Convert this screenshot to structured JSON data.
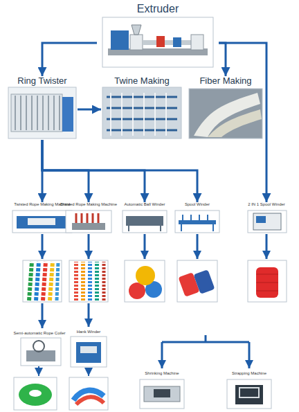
{
  "diagram": {
    "nodes": [
      {
        "text": [
          "Extruder"
        ]
      },
      {
        "text": [
          "Ring Twister"
        ]
      },
      {
        "text": [
          "Twine Making"
        ]
      },
      {
        "text": [
          "Fiber Making"
        ]
      },
      {
        "text": [
          "Twisted Rope Making Machine"
        ]
      },
      {
        "text": [
          "Braided Rope Making Machine"
        ]
      },
      {
        "text": [
          "Automatic Ball Winder"
        ]
      },
      {
        "text": [
          "Spool Winder"
        ]
      },
      {
        "text": [
          "2 IN 1 Spool Winder"
        ]
      },
      {
        "text": [
          "Semi-automatic Rope Coiler"
        ]
      },
      {
        "text": [
          "Hank Winder"
        ]
      },
      {
        "text": [
          "Shrinking Machine"
        ]
      },
      {
        "text": [
          "Strapping Machine"
        ]
      }
    ],
    "edges": [
      {
        "from": 0,
        "to": 1,
        "arrow": "to"
      },
      {
        "from": 0,
        "to": 3,
        "arrow": "to"
      },
      {
        "from": 0,
        "to": 8,
        "arrow": "to"
      },
      {
        "from": 1,
        "to": 2,
        "arrow": "to"
      },
      {
        "from": 1,
        "to": 4,
        "arrow": "to"
      },
      {
        "from": 1,
        "to": 5,
        "arrow": "to"
      },
      {
        "from": 1,
        "to": 6,
        "arrow": "to"
      },
      {
        "from": 1,
        "to": 7,
        "arrow": "to"
      }
    ]
  }
}
